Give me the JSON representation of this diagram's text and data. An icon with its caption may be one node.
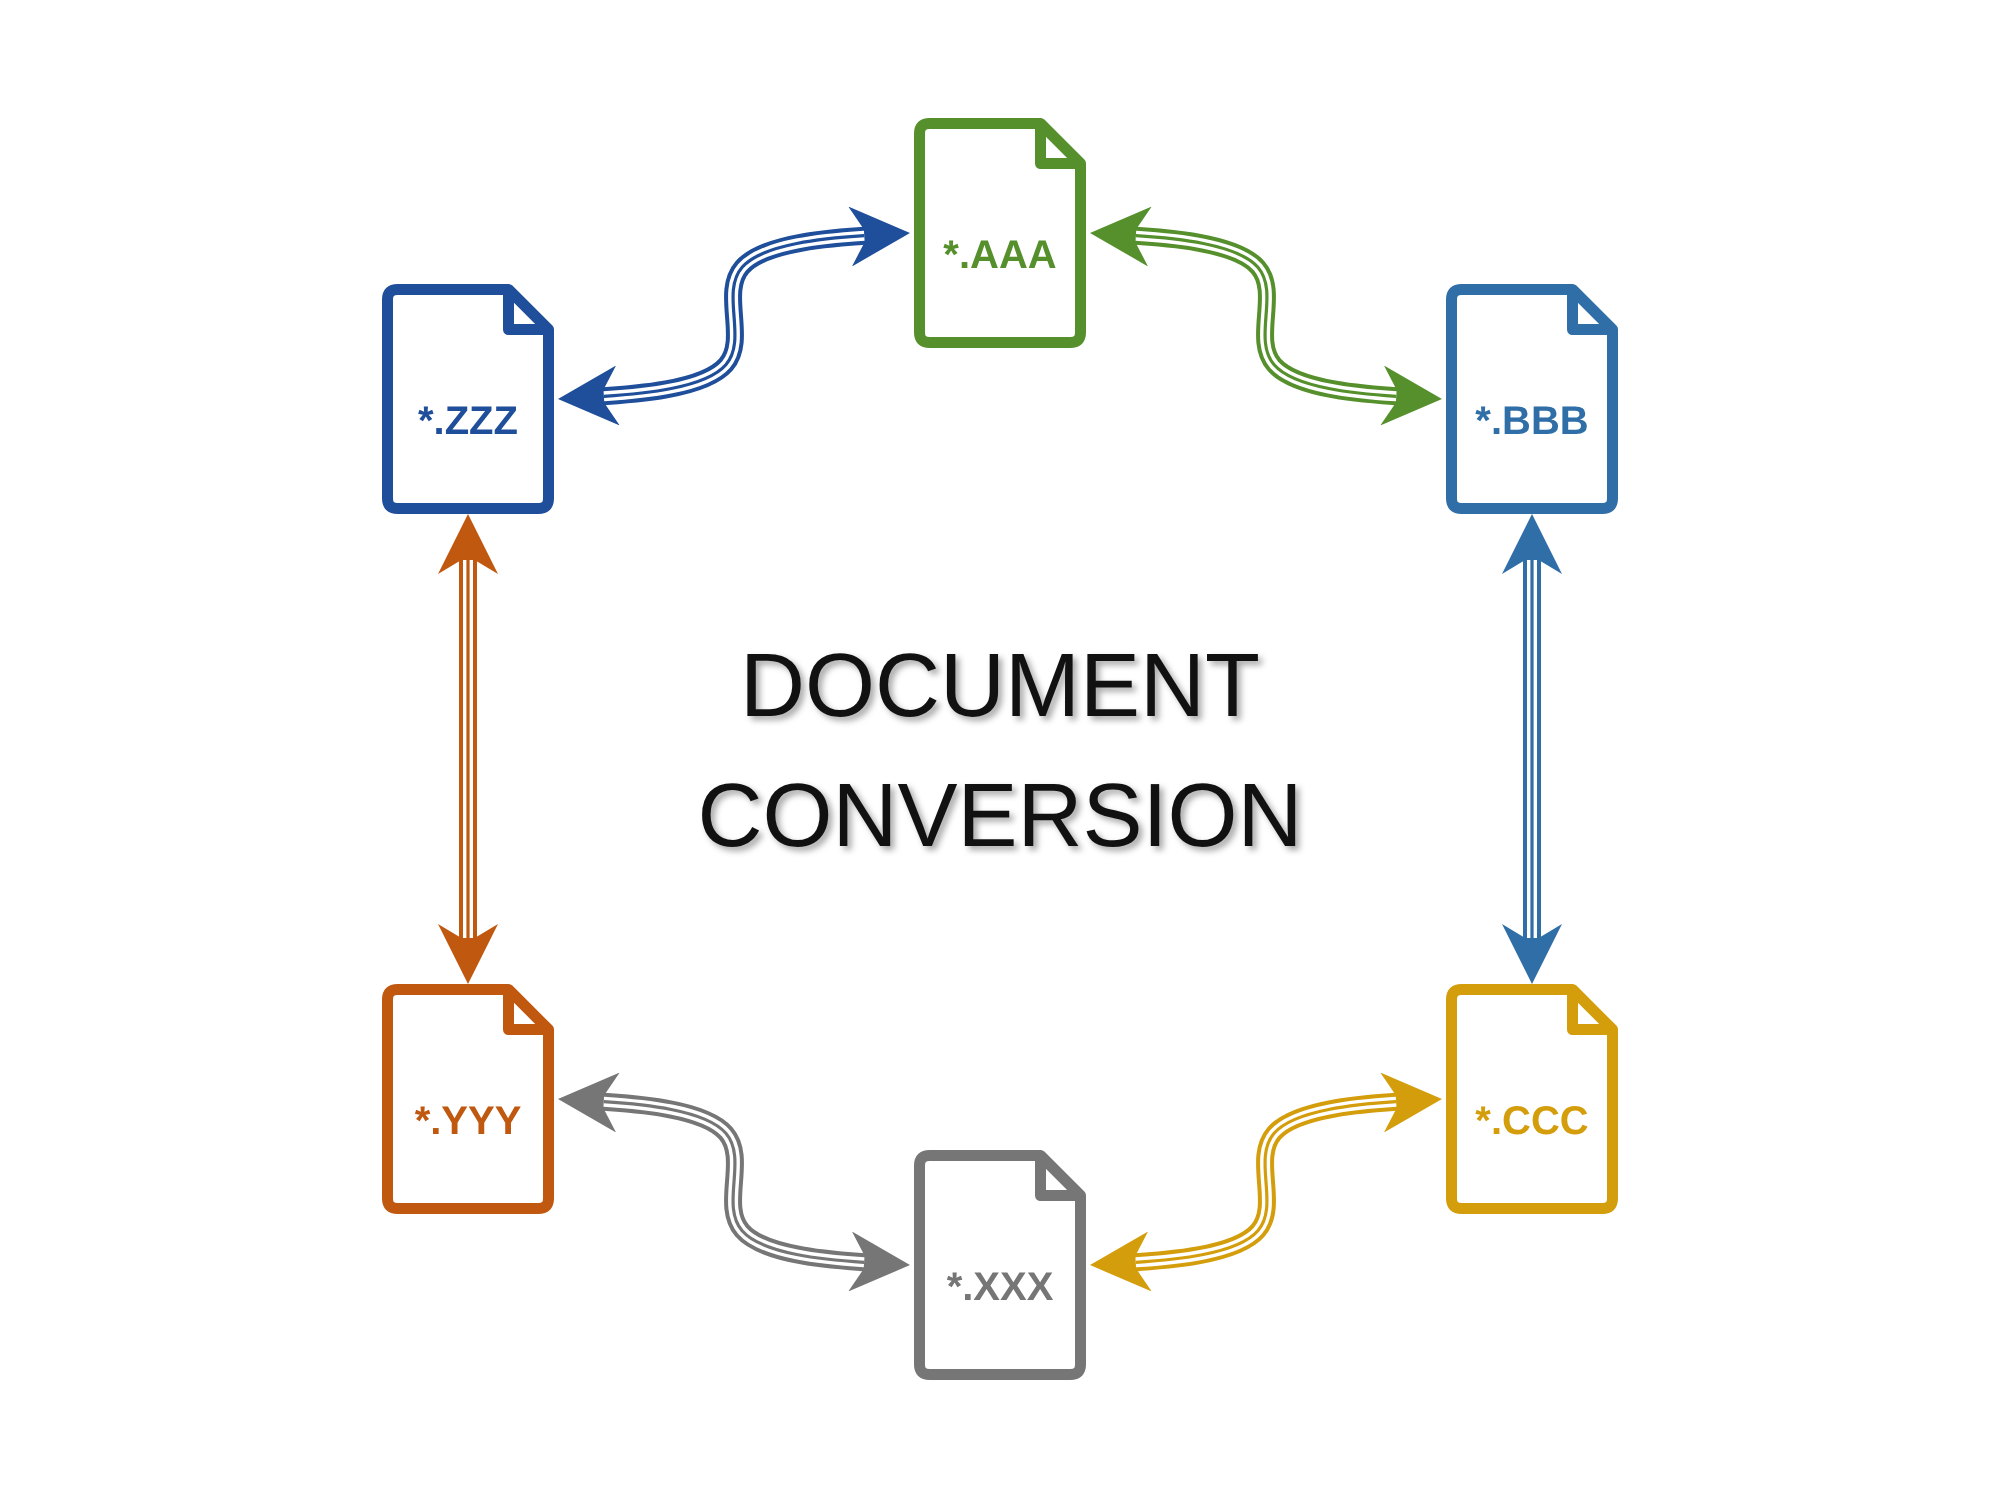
{
  "diagram": {
    "title": "DOCUMENT CONVERSION",
    "nodes": [
      {
        "text": [
          "*.AAA"
        ]
      },
      {
        "text": [
          "*.ZZZ"
        ]
      },
      {
        "text": [
          "*.BBB"
        ]
      },
      {
        "text": [
          "*.YYY"
        ]
      },
      {
        "text": [
          "*.CCC"
        ]
      },
      {
        "text": [
          "*.XXX"
        ]
      }
    ],
    "edges": [
      {
        "from": 0,
        "to": 2,
        "arrow": "both",
        "color": "#56902c"
      },
      {
        "from": 2,
        "to": 4,
        "arrow": "both",
        "color": "#2f6ea6"
      },
      {
        "from": 4,
        "to": 5,
        "arrow": "both",
        "color": "#d49d0b"
      },
      {
        "from": 5,
        "to": 3,
        "arrow": "both",
        "color": "#767676"
      },
      {
        "from": 3,
        "to": 1,
        "arrow": "both",
        "color": "#c0580f"
      },
      {
        "from": 1,
        "to": 0,
        "arrow": "both",
        "color": "#1f4e9b"
      }
    ]
  }
}
